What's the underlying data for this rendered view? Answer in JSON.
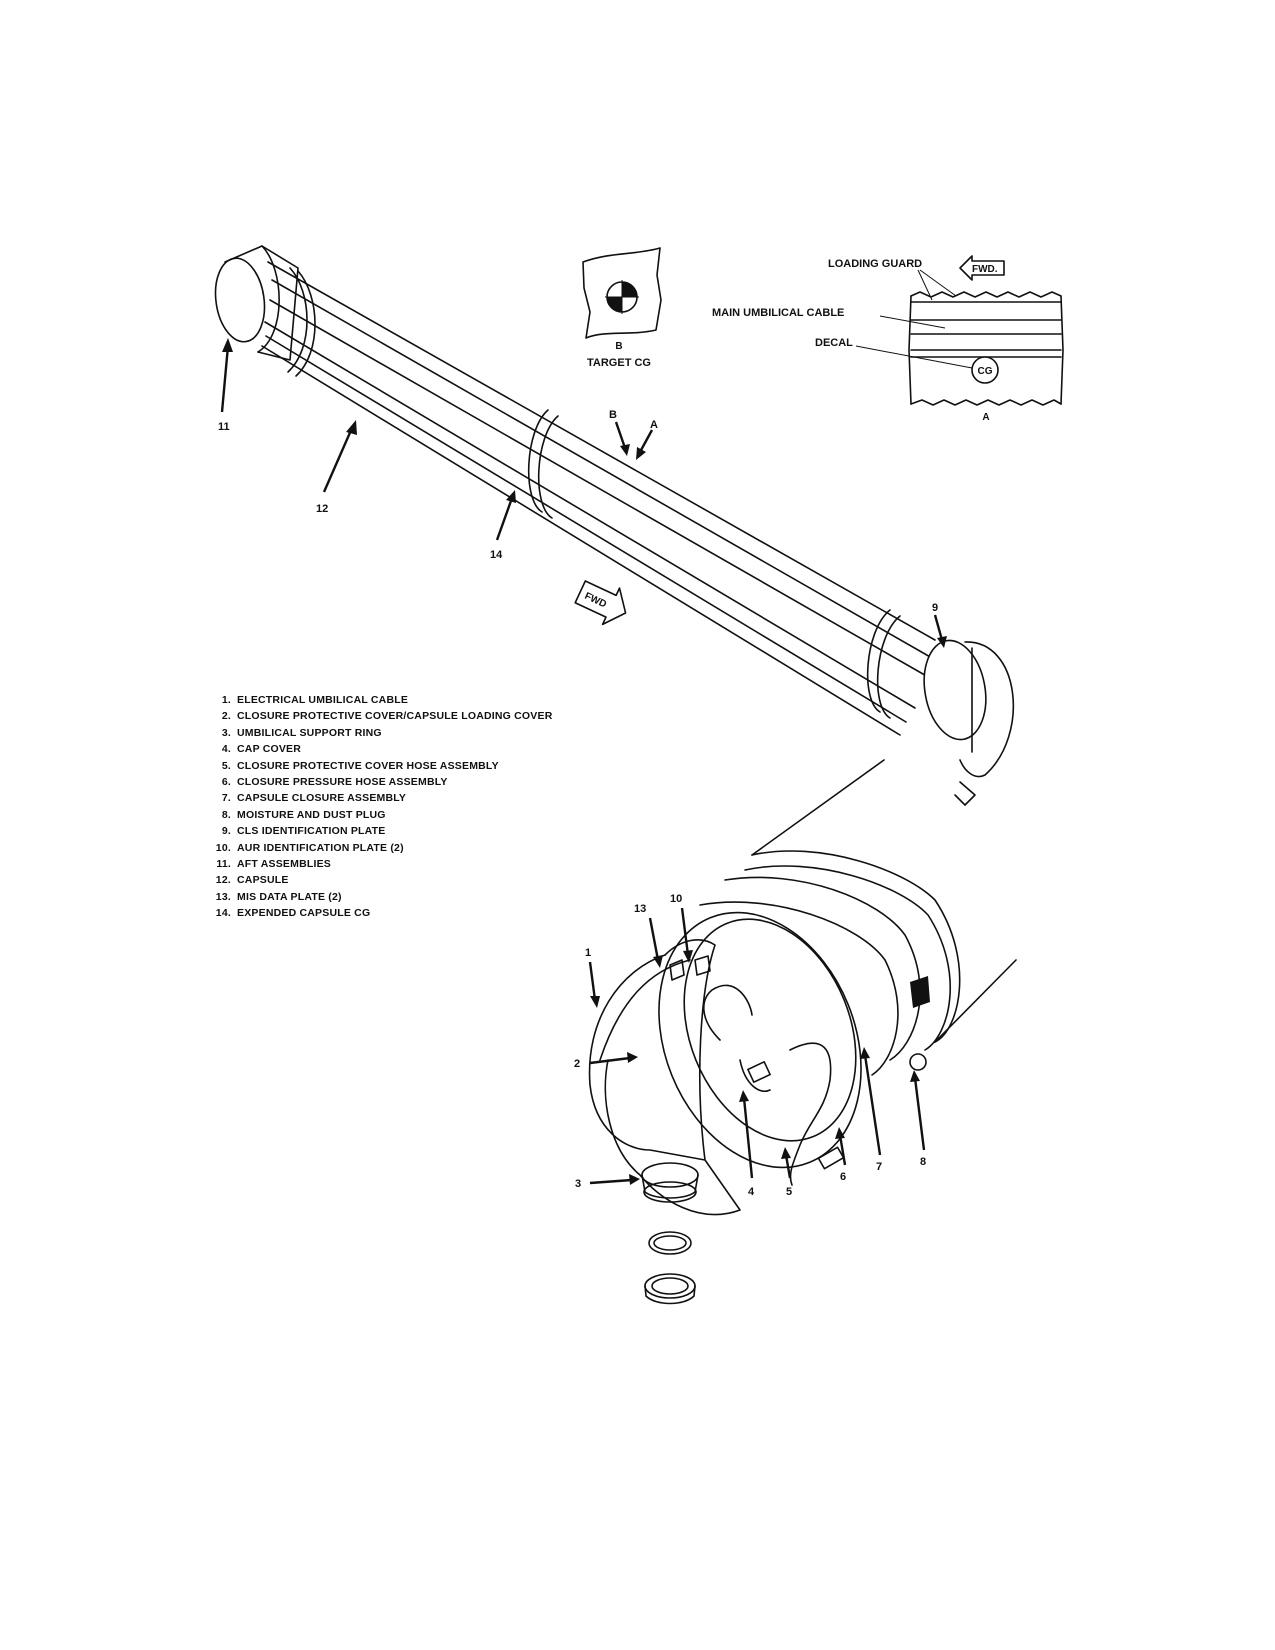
{
  "inset_b": {
    "letter": "B",
    "caption": "TARGET CG"
  },
  "inset_a": {
    "letter": "A",
    "loading_guard": "LOADING GUARD",
    "main_umbilical_cable": "MAIN UMBILICAL CABLE",
    "decal": "DECAL",
    "decal_mark": "CG",
    "fwd_arrow": "FWD."
  },
  "main_view": {
    "fwd_arrow": "FWD",
    "callouts": {
      "c11": "11",
      "c12": "12",
      "c14": "14",
      "cB": "B",
      "cA": "A",
      "c9": "9"
    }
  },
  "detail_view": {
    "callouts": {
      "c1": "1",
      "c2": "2",
      "c3": "3",
      "c4": "4",
      "c5": "5",
      "c6": "6",
      "c7": "7",
      "c8": "8",
      "c10": "10",
      "c13": "13"
    }
  },
  "legend": [
    {
      "num": "1.",
      "text": "ELECTRICAL UMBILICAL CABLE"
    },
    {
      "num": "2.",
      "text": "CLOSURE PROTECTIVE COVER/CAPSULE LOADING COVER"
    },
    {
      "num": "3.",
      "text": "UMBILICAL SUPPORT RING"
    },
    {
      "num": "4.",
      "text": "CAP COVER"
    },
    {
      "num": "5.",
      "text": "CLOSURE PROTECTIVE COVER HOSE ASSEMBLY"
    },
    {
      "num": "6.",
      "text": "CLOSURE PRESSURE HOSE ASSEMBLY"
    },
    {
      "num": "7.",
      "text": "CAPSULE CLOSURE ASSEMBLY"
    },
    {
      "num": "8.",
      "text": "MOISTURE AND DUST PLUG"
    },
    {
      "num": "9.",
      "text": "CLS IDENTIFICATION PLATE"
    },
    {
      "num": "10.",
      "text": "AUR IDENTIFICATION PLATE (2)"
    },
    {
      "num": "11.",
      "text": "AFT ASSEMBLIES"
    },
    {
      "num": "12.",
      "text": "CAPSULE"
    },
    {
      "num": "13.",
      "text": "MIS DATA PLATE (2)"
    },
    {
      "num": "14.",
      "text": "EXPENDED CAPSULE CG"
    }
  ]
}
